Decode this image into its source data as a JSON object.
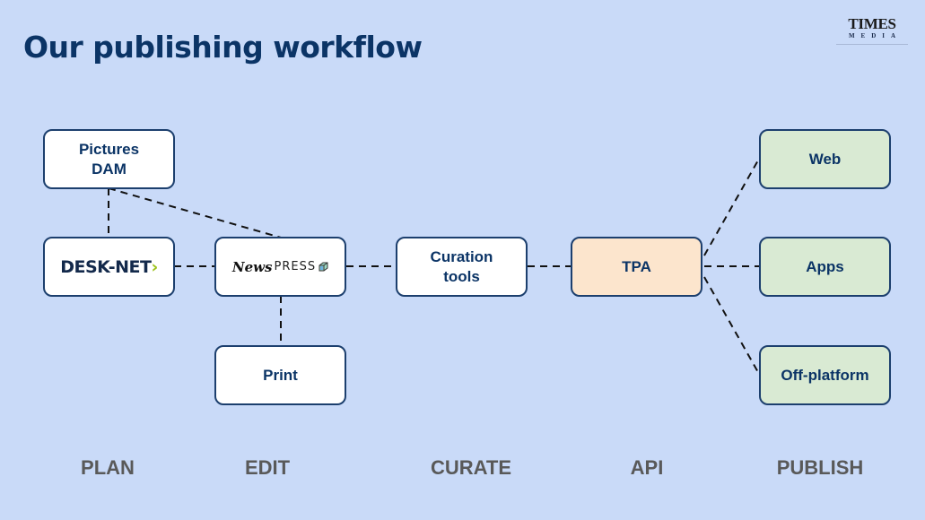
{
  "title": "Our publishing workflow",
  "logo": {
    "line1": "TIMES",
    "line2": "MEDIA"
  },
  "colors": {
    "background": "#c9daf8",
    "title": "#0b3466",
    "box_border": "#1c3f6e",
    "box_default": "#ffffff",
    "box_api": "#fce5cd",
    "box_publish": "#d9ead3",
    "stage_label": "#595959",
    "desknet_chevron": "#9cc21a"
  },
  "nodes": {
    "pictures_dam": {
      "line1": "Pictures",
      "line2": "DAM"
    },
    "desknet": {
      "text": "DESK-NET",
      "chevron": "›"
    },
    "newspress": {
      "script": "News",
      "caps": "PRESS",
      "icon": "cube-icon"
    },
    "print": {
      "label": "Print"
    },
    "curation": {
      "line1": "Curation",
      "line2": "tools"
    },
    "tpa": {
      "label": "TPA"
    },
    "web": {
      "label": "Web"
    },
    "apps": {
      "label": "Apps"
    },
    "off_platform": {
      "label": "Off-platform"
    }
  },
  "connections": [
    [
      "pictures_dam",
      "desknet"
    ],
    [
      "pictures_dam",
      "newspress"
    ],
    [
      "desknet",
      "newspress"
    ],
    [
      "newspress",
      "print"
    ],
    [
      "newspress",
      "curation"
    ],
    [
      "curation",
      "tpa"
    ],
    [
      "tpa",
      "web"
    ],
    [
      "tpa",
      "apps"
    ],
    [
      "tpa",
      "off_platform"
    ]
  ],
  "stages": [
    "PLAN",
    "EDIT",
    "CURATE",
    "API",
    "PUBLISH"
  ]
}
